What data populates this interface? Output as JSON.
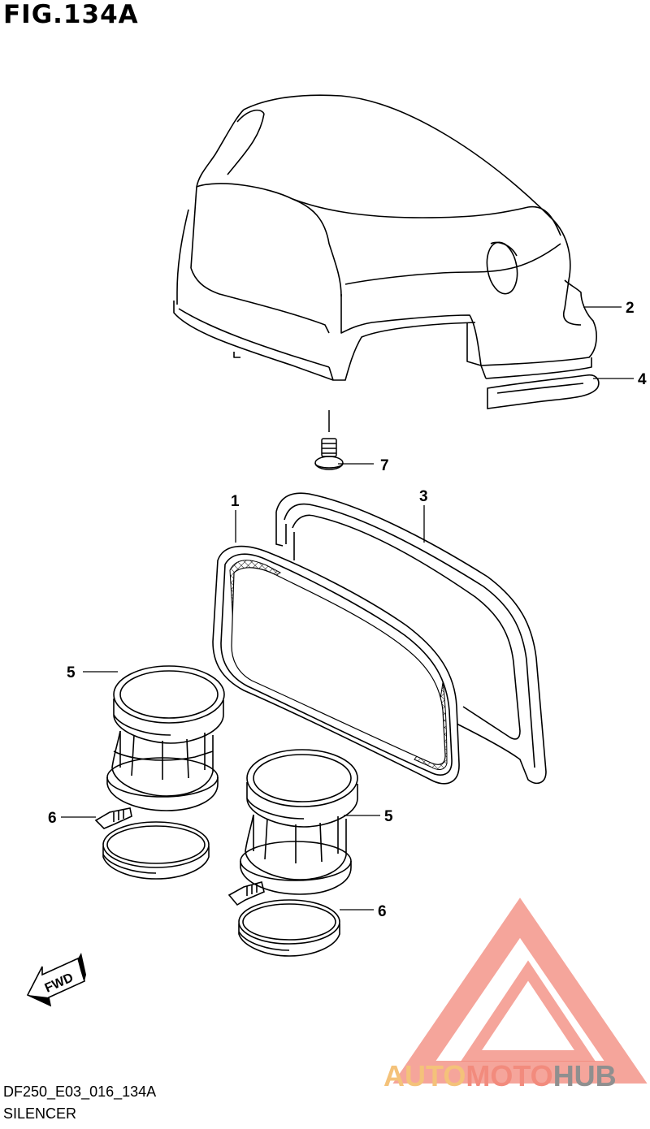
{
  "figure": {
    "title": "FIG.134A",
    "code": "DF250_E03_016_134A",
    "caption": "SILENCER"
  },
  "callouts": [
    {
      "id": "c2",
      "label": "2"
    },
    {
      "id": "c4",
      "label": "4"
    },
    {
      "id": "c7",
      "label": "7"
    },
    {
      "id": "c1",
      "label": "1"
    },
    {
      "id": "c3",
      "label": "3"
    },
    {
      "id": "c5a",
      "label": "5"
    },
    {
      "id": "c5b",
      "label": "5"
    },
    {
      "id": "c6a",
      "label": "6"
    },
    {
      "id": "c6b",
      "label": "6"
    }
  ],
  "fwd_arrow": {
    "label": "FWD"
  },
  "watermark": {
    "part1": "AUTO",
    "part2": "MOTO",
    "part3": "HUB",
    "color_auto": "#f4c27a",
    "color_moto": "#f28b7d",
    "color_hub": "#8f8f8f",
    "logo_color": "#f2877a"
  }
}
